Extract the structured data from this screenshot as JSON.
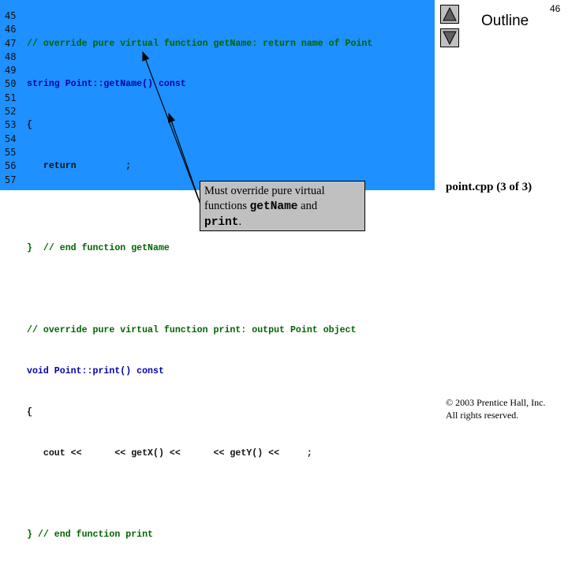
{
  "page_number": "46",
  "outline": {
    "title": "Outline",
    "prev_icon": "triangle-up-icon",
    "next_icon": "triangle-down-icon",
    "button_color": "#c0c0c0"
  },
  "slide_label": "point.cpp (3 of 3)",
  "code_panel": {
    "background": "#1e90ff",
    "lines": [
      {
        "number": "45",
        "text": "// override pure virtual function getName: return name of Point"
      },
      {
        "number": "46",
        "text": "string Point::getName() const"
      },
      {
        "number": "47",
        "text": "{"
      },
      {
        "number": "48",
        "text": "   return         ;"
      },
      {
        "number": "49",
        "text": ""
      },
      {
        "number": "50",
        "text": "}  // end function getName"
      },
      {
        "number": "51",
        "text": ""
      },
      {
        "number": "52",
        "text": "// override pure virtual function print: output Point object"
      },
      {
        "number": "53",
        "text": "void Point::print() const"
      },
      {
        "number": "54",
        "text": "{"
      },
      {
        "number": "55",
        "text": "   cout <<      << getX() <<      << getY() <<     ;"
      },
      {
        "number": "56",
        "text": ""
      },
      {
        "number": "57",
        "text": "} // end function print"
      }
    ]
  },
  "callout": {
    "text_1": "Must override pure virtual functions ",
    "code_1": "getName",
    "text_2": " and ",
    "code_2": "print",
    "text_3": "."
  },
  "copyright": {
    "line1": "© 2003 Prentice Hall, Inc.",
    "line2": "All rights reserved."
  }
}
